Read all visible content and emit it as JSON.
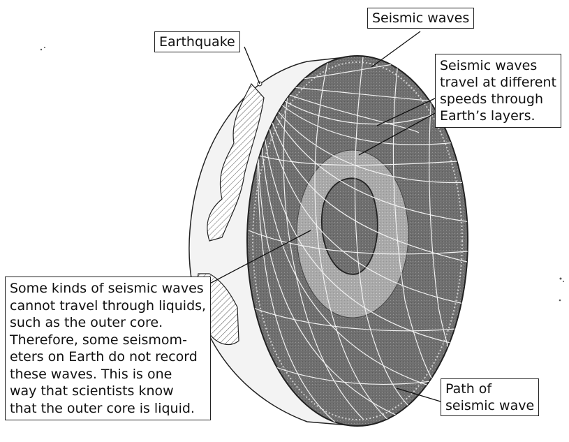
{
  "labels": {
    "earthquake": "Earthquake",
    "seismic_waves": "Seismic waves",
    "speeds": [
      "Seismic waves",
      "travel at different",
      "speeds through",
      "Earth’s layers."
    ],
    "liquid_note": [
      "Some kinds of seismic waves",
      "cannot travel through liquids,",
      "such as the outer core.",
      "Therefore, some seismom-",
      "eters on Earth do not record",
      "these waves. This is one",
      "way that scientists know",
      "that the outer core is liquid."
    ],
    "path": [
      "Path of",
      "seismic wave"
    ]
  },
  "colors": {
    "mantle": "#6f6f6f",
    "outer_core": "#a9a9a9",
    "inner_core": "#7d7d7d",
    "crust": "#d6d6d6",
    "wave_lines": "#f2f2f2"
  }
}
